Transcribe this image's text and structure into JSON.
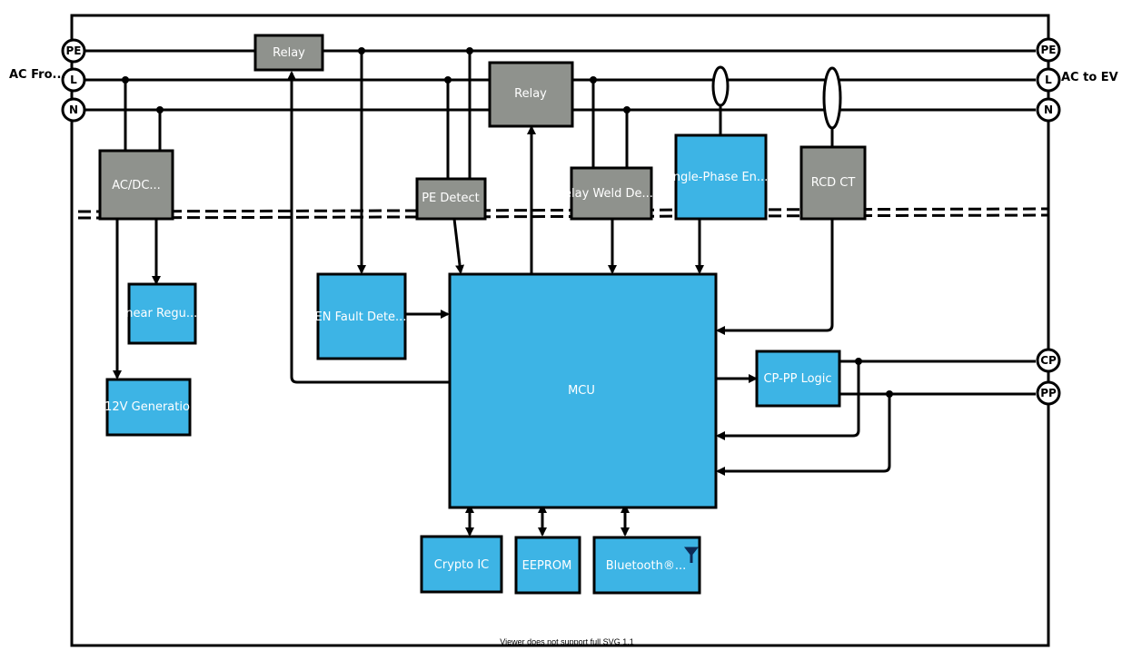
{
  "colors": {
    "blue_block": "#3db4e5",
    "gray_block": "#8f928d",
    "line": "#000000"
  },
  "inputs": {
    "ac_from": "AC Fro...",
    "ac_to": "AC to EV"
  },
  "terminals": {
    "pe_left": "PE",
    "l_left": "L",
    "n_left": "N",
    "pe_right": "PE",
    "l_right": "L",
    "n_right": "N",
    "cp": "CP",
    "pp": "PP"
  },
  "blocks": {
    "relay_pe": "Relay",
    "relay_main": "Relay",
    "ac_dc": "AC/DC...",
    "pe_detect": "PE Detect",
    "relay_weld": "elay Weld De...",
    "single_phase": "ngle-Phase En...",
    "rcd_ct": "RCD CT",
    "linear_reg": "inear Regu...",
    "gen_fault": "EN Fault Dete...",
    "mcu": "MCU",
    "cp_pp_logic": "CP-PP Logic",
    "v12_gen": "12V Generatio",
    "crypto": "Crypto IC",
    "eeprom": "EEPROM",
    "bluetooth": "Bluetooth®..."
  },
  "footer": "Viewer does not support full SVG 1.1"
}
